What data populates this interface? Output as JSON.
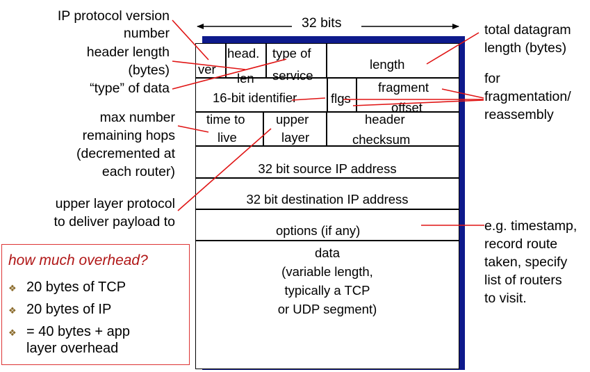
{
  "width_label": "32 bits",
  "fields": {
    "ver": "ver",
    "head_len_1": "head.",
    "head_len_2": "len",
    "tos_1": "type of",
    "tos_2": "service",
    "length": "length",
    "identifier": "16-bit identifier",
    "flags": "flgs",
    "frag_1": "fragment",
    "frag_2": "offset",
    "ttl_1": "time to",
    "ttl_2": "live",
    "upper_1": "upper",
    "upper_2": "layer",
    "cksum_1": "header",
    "cksum_2": "checksum",
    "src": "32 bit source IP address",
    "dst": "32 bit destination IP address",
    "options": "options (if any)",
    "data_1": "data",
    "data_2": "(variable length,",
    "data_3": "typically a TCP",
    "data_4": "or UDP segment)"
  },
  "left_labels": {
    "version_1": "IP protocol version",
    "version_2": "number",
    "hlen_1": "header length",
    "hlen_2": "(bytes)",
    "tos": "“type” of data",
    "ttl_1": "max number",
    "ttl_2": "remaining hops",
    "ttl_3": "(decremented at",
    "ttl_4": "each router)",
    "upper_1": "upper layer protocol",
    "upper_2": "to deliver payload to"
  },
  "right_labels": {
    "total_1": "total datagram",
    "total_2": "length (bytes)",
    "frag_1": "for",
    "frag_2": "fragmentation/",
    "frag_3": "reassembly",
    "opt_1": "e.g. timestamp,",
    "opt_2": "record route",
    "opt_3": "taken, specify",
    "opt_4": "list of routers",
    "opt_5": "to visit."
  },
  "overhead": {
    "title": "how much overhead?",
    "items": [
      "20 bytes of TCP",
      "20 bytes of IP",
      "= 40 bytes + app",
      "layer overhead"
    ]
  },
  "colors": {
    "shadow": "#0e1a8c",
    "pointer": "#e01414",
    "title": "#b01616"
  }
}
